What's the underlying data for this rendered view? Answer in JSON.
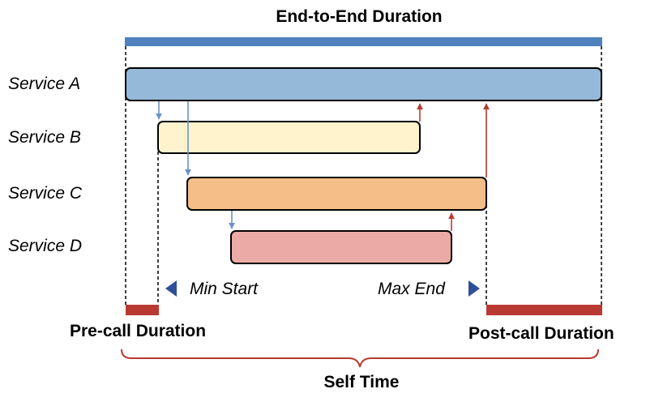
{
  "title": "End-to-End Duration",
  "services": [
    {
      "name": "Service A",
      "color": "#95b9d9"
    },
    {
      "name": "Service B",
      "color": "#fef3cd"
    },
    {
      "name": "Service C",
      "color": "#f5bd87"
    },
    {
      "name": "Service D",
      "color": "#ecaaa7"
    }
  ],
  "markers": {
    "min_start": "Min Start",
    "max_end": "Max End"
  },
  "durations": {
    "pre_call": "Pre-call Duration",
    "post_call": "Post-call Duration",
    "self_time": "Self Time"
  },
  "colors": {
    "end_to_end_bar": "#4f81bd",
    "duration_bar": "#b83a32",
    "call_arrow": "#6b93c7",
    "return_arrow": "#b83a32",
    "marker_triangle": "#2e4f98",
    "brace": "#b83a32"
  }
}
